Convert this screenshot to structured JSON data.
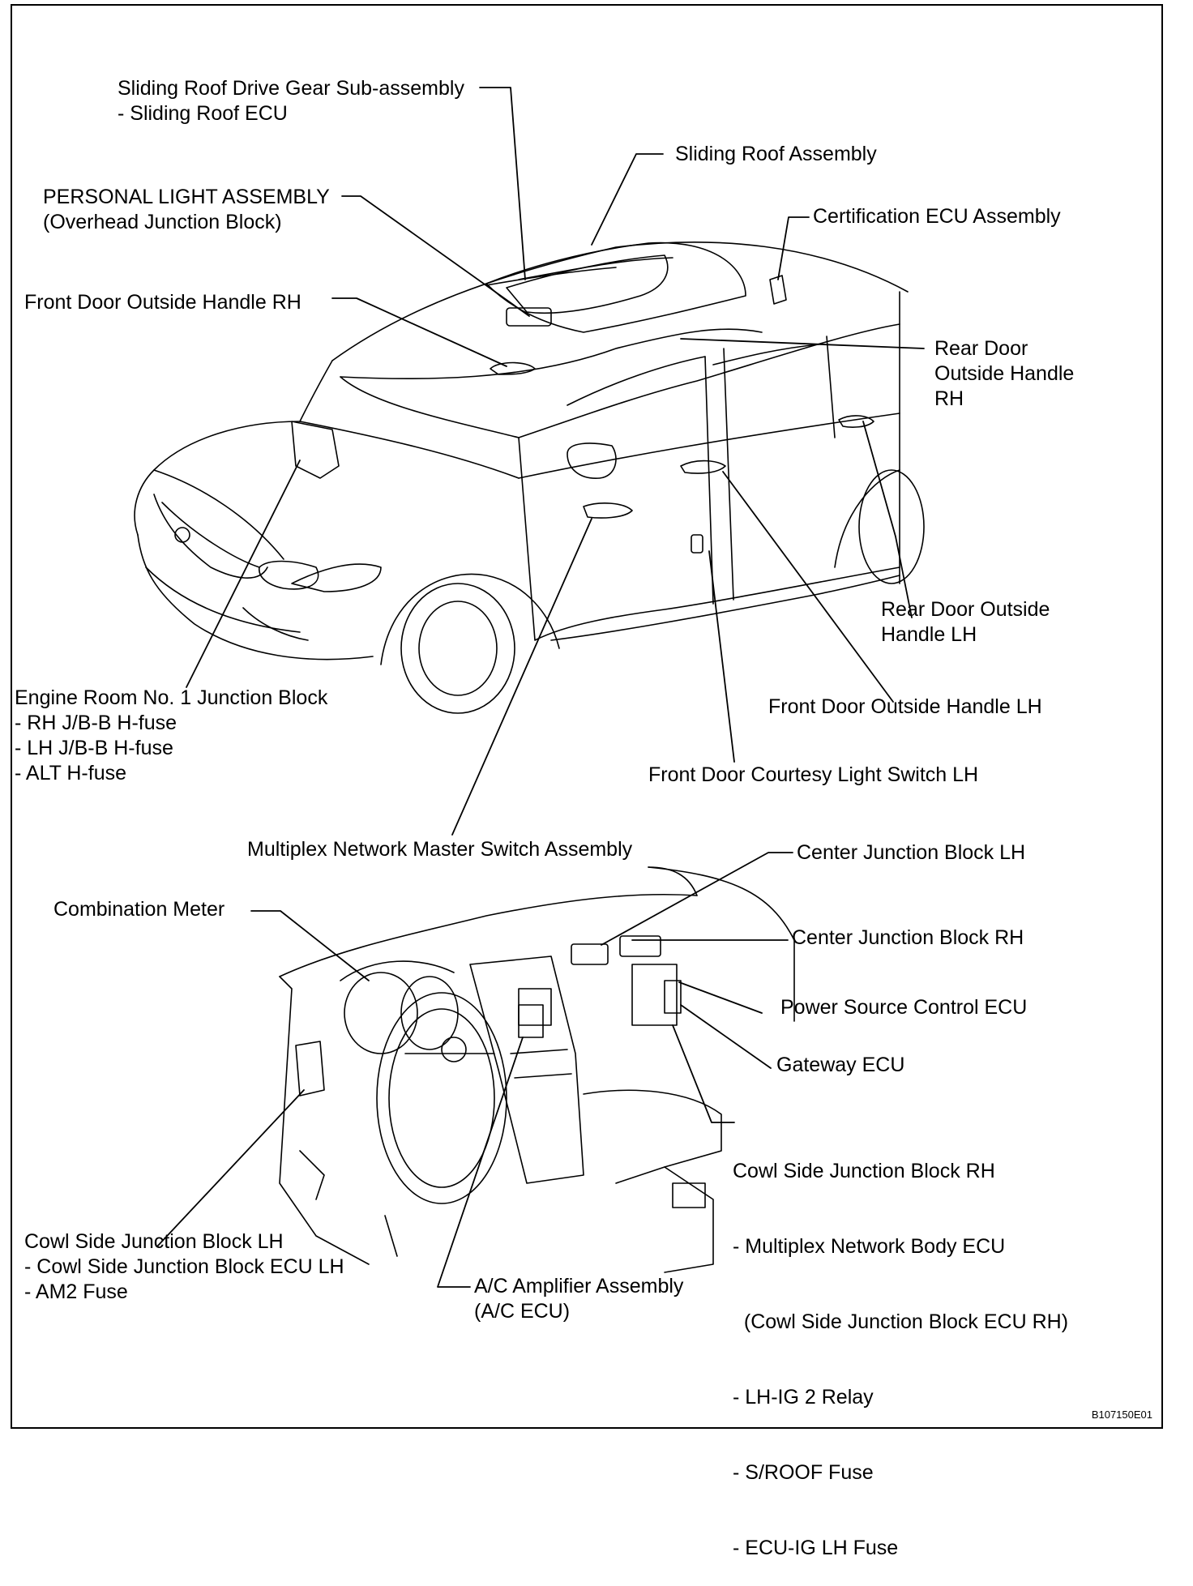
{
  "labels": {
    "sliding_roof_drive_gear": [
      "Sliding Roof Drive Gear Sub-assembly",
      "- Sliding Roof ECU"
    ],
    "sliding_roof_assembly": [
      "Sliding Roof Assembly"
    ],
    "personal_light": [
      "PERSONAL LIGHT ASSEMBLY",
      "(Overhead Junction Block)"
    ],
    "certification_ecu": [
      "Certification ECU Assembly"
    ],
    "front_door_handle_rh": [
      "Front Door Outside Handle RH"
    ],
    "rear_door_handle_rh": [
      "Rear Door",
      "Outside  Handle",
      "RH"
    ],
    "rear_door_handle_lh": [
      "Rear Door Outside",
      "Handle LH"
    ],
    "engine_room_jb": [
      "Engine Room No. 1 Junction Block",
      "- RH J/B-B H-fuse",
      "- LH J/B-B H-fuse",
      "- ALT H-fuse"
    ],
    "front_door_handle_lh": [
      "Front Door Outside Handle LH"
    ],
    "front_door_courtesy": [
      "Front Door Courtesy Light Switch LH"
    ],
    "multiplex_master_switch": [
      "Multiplex Network Master Switch Assembly"
    ],
    "center_jb_lh": [
      "Center Junction Block LH"
    ],
    "combination_meter": [
      "Combination Meter"
    ],
    "center_jb_rh": [
      "Center Junction Block RH"
    ],
    "power_source_ecu": [
      "Power Source Control ECU"
    ],
    "gateway_ecu": [
      "Gateway ECU"
    ],
    "cowl_side_jb_rh": [
      "Cowl Side Junction Block RH",
      "- Multiplex Network Body ECU",
      "  (Cowl Side Junction Block ECU RH)",
      "- LH-IG 2 Relay",
      "- S/ROOF Fuse",
      "- ECU-IG LH Fuse"
    ],
    "cowl_side_jb_lh": [
      "Cowl Side Junction Block LH",
      "- Cowl Side Junction Block ECU LH",
      "- AM2 Fuse"
    ],
    "ac_amplifier": [
      "A/C Amplifier Assembly",
      "(A/C ECU)"
    ]
  },
  "figure_code": "B107150E01"
}
